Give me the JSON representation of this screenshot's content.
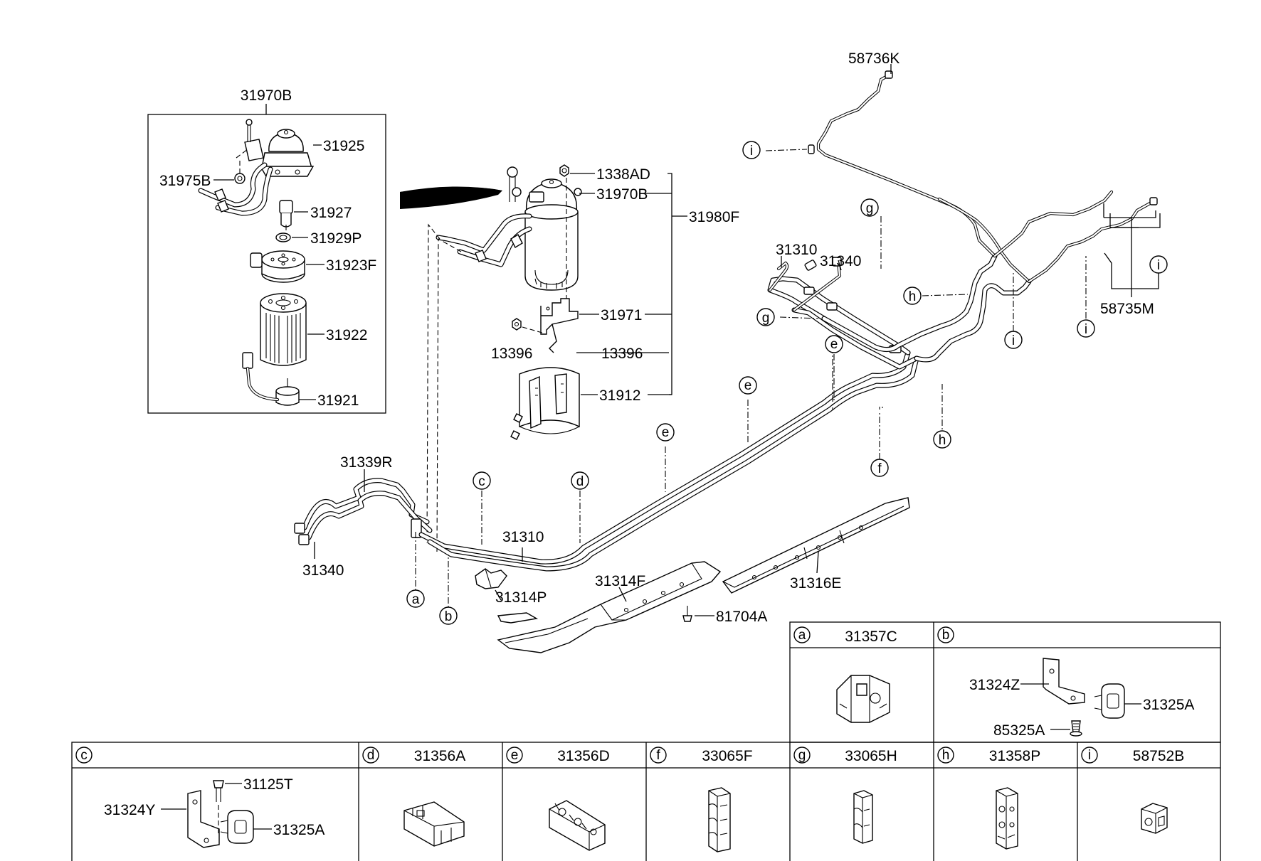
{
  "callouts": {
    "p31970B_box": "31970B",
    "p31925": "31925",
    "p31975B": "31975B",
    "p31927": "31927",
    "p31929P": "31929P",
    "p31923F": "31923F",
    "p31922": "31922",
    "p31921": "31921",
    "p1338AD": "1338AD",
    "p31970B": "31970B",
    "p31980F": "31980F",
    "p31971": "31971",
    "p13396_a": "13396",
    "p13396_b": "13396",
    "p31912": "31912",
    "p31339R": "31339R",
    "p31340_left": "31340",
    "p31310_mid": "31310",
    "p31314P": "31314P",
    "p31314F": "31314F",
    "p81704A": "81704A",
    "p31316E": "31316E",
    "p31310_top": "31310",
    "p31340_top": "31340",
    "p58736K": "58736K",
    "p58735M": "58735M"
  },
  "markers": [
    "a",
    "b",
    "c",
    "d",
    "e",
    "f",
    "g",
    "h",
    "i"
  ],
  "legend": {
    "a": {
      "letter": "a",
      "part": "31357C"
    },
    "b": {
      "letter": "b",
      "part": "",
      "labels": {
        "bracket": "31324Z",
        "clip": "31325A",
        "bolt": "85325A"
      }
    },
    "c": {
      "letter": "c",
      "part": "",
      "labels": {
        "bracket": "31324Y",
        "bolt": "31125T",
        "clip": "31325A"
      }
    },
    "d": {
      "letter": "d",
      "part": "31356A"
    },
    "e": {
      "letter": "e",
      "part": "31356D"
    },
    "f": {
      "letter": "f",
      "part": "33065F"
    },
    "g": {
      "letter": "g",
      "part": "33065H"
    },
    "h": {
      "letter": "h",
      "part": "31358P"
    },
    "i": {
      "letter": "i",
      "part": "58752B"
    }
  },
  "colors": {
    "line": "#000000",
    "background": "#ffffff"
  }
}
